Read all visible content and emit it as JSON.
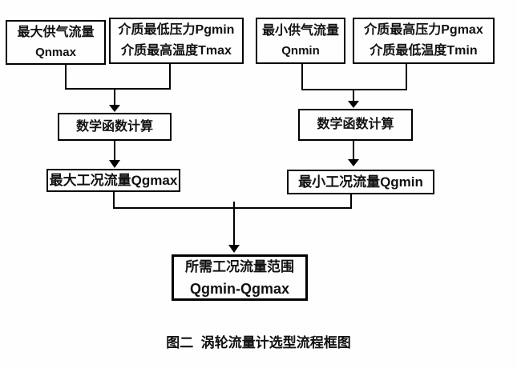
{
  "diagram": {
    "nodes": {
      "qnmax": {
        "line1": "最大供气流量",
        "line2": "Qnmax"
      },
      "pgmin_tmax": {
        "line1": "介质最低压力Pgmin",
        "line2": "介质最高温度Tmax"
      },
      "qnmin": {
        "line1": "最小供气流量",
        "line2": "Qnmin"
      },
      "pgmax_tmin": {
        "line1": "介质最高压力Pgmax",
        "line2": "介质最低温度Tmin"
      },
      "calc_left": {
        "label": "数学函数计算"
      },
      "calc_right": {
        "label": "数学函数计算"
      },
      "qgmax": {
        "label": "最大工况流量Qgmax"
      },
      "qgmin": {
        "label": "最小工况流量Qgmin"
      },
      "result": {
        "line1": "所需工况流量范围",
        "line2": "Qgmin-Qgmax"
      }
    },
    "caption": "图二  涡轮流量计选型流程框图",
    "colors": {
      "line": "#000000",
      "background": "#fefefe",
      "text": "#111111"
    }
  }
}
